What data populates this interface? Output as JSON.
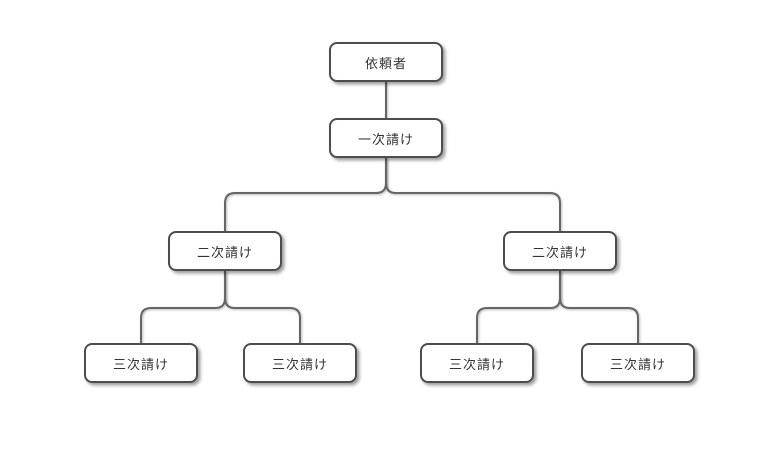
{
  "diagram": {
    "title": "subcontracting-hierarchy",
    "nodes": [
      {
        "id": "client",
        "level": 1,
        "label": "依頼者"
      },
      {
        "id": "primary",
        "level": 2,
        "label": "一次請け"
      },
      {
        "id": "secondary-left",
        "level": 3,
        "label": "二次請け"
      },
      {
        "id": "secondary-right",
        "level": 3,
        "label": "二次請け"
      },
      {
        "id": "tertiary-1",
        "level": 4,
        "label": "三次請け"
      },
      {
        "id": "tertiary-2",
        "level": 4,
        "label": "三次請け"
      },
      {
        "id": "tertiary-3",
        "level": 4,
        "label": "三次請け"
      },
      {
        "id": "tertiary-4",
        "level": 4,
        "label": "三次請け"
      }
    ],
    "edges": [
      {
        "from": "client",
        "to": "primary"
      },
      {
        "from": "primary",
        "to": "secondary-left"
      },
      {
        "from": "primary",
        "to": "secondary-right"
      },
      {
        "from": "secondary-left",
        "to": "tertiary-1"
      },
      {
        "from": "secondary-left",
        "to": "tertiary-2"
      },
      {
        "from": "secondary-right",
        "to": "tertiary-3"
      },
      {
        "from": "secondary-right",
        "to": "tertiary-4"
      }
    ],
    "colors": {
      "background": "#ffffff",
      "box_fill": "#ffffff",
      "box_border": "#4d4d4d",
      "connector": "#666666",
      "text": "#333333"
    }
  }
}
